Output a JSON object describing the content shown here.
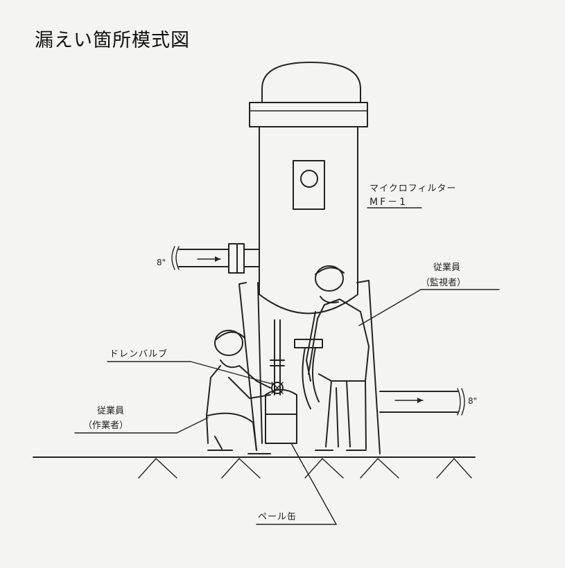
{
  "title": "漏えい箇所模式図",
  "labels": {
    "filter_name": "マイクロフィルター",
    "filter_code": "MF－1",
    "inlet_size": "8\"",
    "outlet_size": "8\"",
    "worker_monitor_role": "従業員",
    "worker_monitor_detail": "（監視者）",
    "drain_valve": "ドレンバルブ",
    "worker_operator_role": "従業員",
    "worker_operator_detail": "（作業者）",
    "pail_can": "ペール缶"
  }
}
